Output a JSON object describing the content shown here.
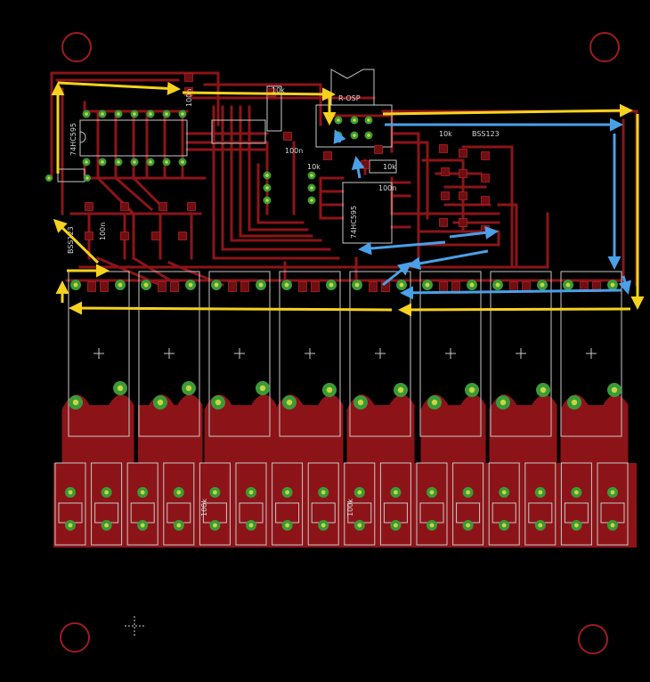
{
  "colors": {
    "background": "#000000",
    "copper": "#8c1418",
    "copper_dark": "#6e0f12",
    "pad": "#3a9a3a",
    "pad_center": "#c8d63a",
    "silkscreen": "#c8c8c8",
    "mount_hole": "#a01b1f",
    "arrow_yellow": "#f5d21e",
    "arrow_blue": "#4aa0e8"
  },
  "labels": {
    "connector": "R-OSP",
    "mosfet_right": "BSS123",
    "mosfet_left": "BSS123",
    "cap_100n_a": "100n",
    "cap_100n_b": "100n",
    "cap_100n_c": "100n",
    "cap_100n_d": "100n",
    "res_10k_a": "10k",
    "res_10k_b": "10k",
    "res_10k_c": "10k",
    "res_10k_d": "10k",
    "ic_left": "74HC595",
    "ic_center": "74HC595",
    "bottom_res": "100k",
    "bottom_res_b": "100k"
  },
  "icons": {
    "crosshair": "crosshair-icon",
    "mount_hole": "mount-hole-icon"
  }
}
